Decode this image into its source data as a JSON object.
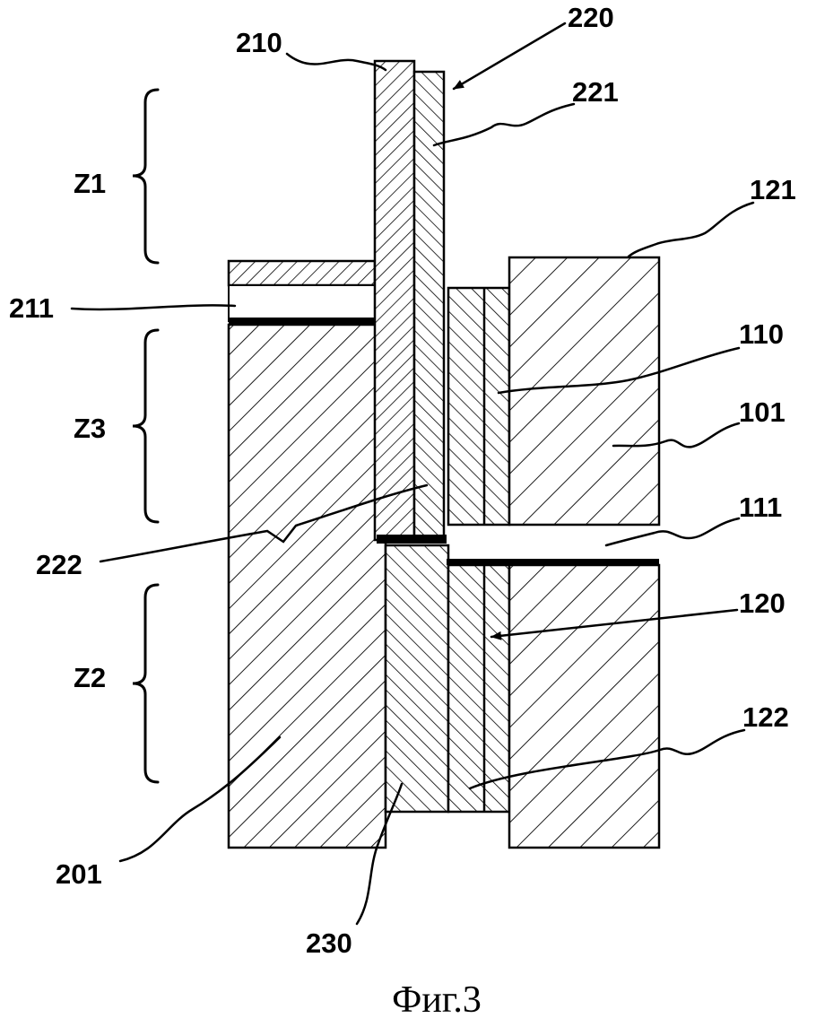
{
  "figure": {
    "caption": "Фиг.3",
    "ink_color": "#000000",
    "paper_color": "#ffffff",
    "part_labels": {
      "n210": "210",
      "n220": "220",
      "n221": "221",
      "n121": "121",
      "n211": "211",
      "n110": "110",
      "n101": "101",
      "n111": "111",
      "n222": "222",
      "n120": "120",
      "n122": "122",
      "n201": "201",
      "n230": "230"
    },
    "zone_labels": {
      "z1": "Z1",
      "z3": "Z3",
      "z2": "Z2"
    }
  }
}
